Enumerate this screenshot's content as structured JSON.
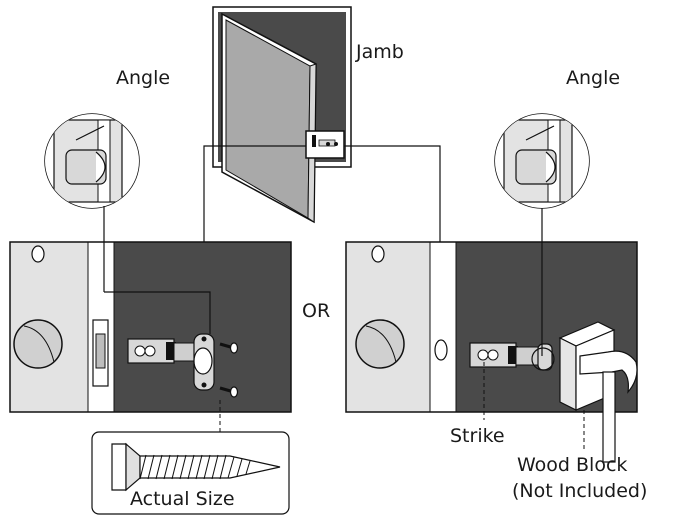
{
  "labels": {
    "jamb": "Jamb",
    "angle_left": "Angle",
    "angle_right": "Angle",
    "or": "OR",
    "strike": "Strike",
    "wood_block_line1": "Wood Block",
    "wood_block_line2": "(Not Included)",
    "actual_size": "Actual Size"
  },
  "colors": {
    "dark_panel": "#4a4a4a",
    "light_panel": "#e3e3e3",
    "door_face": "#a9a9a9",
    "outline": "#111111",
    "latch_metal": "#d8d8d8"
  }
}
